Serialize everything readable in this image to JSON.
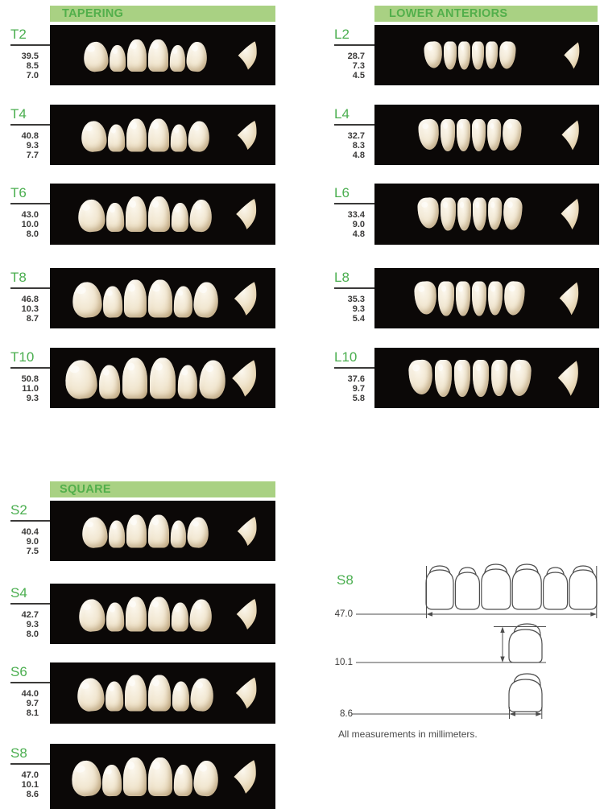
{
  "sections": [
    {
      "id": "tapering",
      "header": "TAPERING",
      "type": "upper",
      "rows": [
        {
          "label": "T2",
          "values": [
            "39.5",
            "8.5",
            "7.0"
          ]
        },
        {
          "label": "T4",
          "values": [
            "40.8",
            "9.3",
            "7.7"
          ]
        },
        {
          "label": "T6",
          "values": [
            "43.0",
            "10.0",
            "8.0"
          ]
        },
        {
          "label": "T8",
          "values": [
            "46.8",
            "10.3",
            "8.7"
          ]
        },
        {
          "label": "T10",
          "values": [
            "50.8",
            "11.0",
            "9.3"
          ]
        }
      ]
    },
    {
      "id": "lower-anteriors",
      "header": "LOWER ANTERIORS",
      "type": "lower",
      "rows": [
        {
          "label": "L2",
          "values": [
            "28.7",
            "7.3",
            "4.5"
          ]
        },
        {
          "label": "L4",
          "values": [
            "32.7",
            "8.3",
            "4.8"
          ]
        },
        {
          "label": "L6",
          "values": [
            "33.4",
            "9.0",
            "4.8"
          ]
        },
        {
          "label": "L8",
          "values": [
            "35.3",
            "9.3",
            "5.4"
          ]
        },
        {
          "label": "L10",
          "values": [
            "37.6",
            "9.7",
            "5.8"
          ]
        }
      ]
    },
    {
      "id": "square",
      "header": "SQUARE",
      "type": "upper",
      "rows": [
        {
          "label": "S2",
          "values": [
            "40.4",
            "9.0",
            "7.5"
          ]
        },
        {
          "label": "S4",
          "values": [
            "42.7",
            "9.3",
            "8.0"
          ]
        },
        {
          "label": "S6",
          "values": [
            "44.0",
            "9.7",
            "8.1"
          ]
        },
        {
          "label": "S8",
          "values": [
            "47.0",
            "10.1",
            "8.6"
          ]
        }
      ]
    }
  ],
  "diagram": {
    "label": "S8",
    "arch_width": "47.0",
    "tooth_length": "10.1",
    "tooth_width": "8.6",
    "caption": "All measurements in millimeters."
  },
  "colors": {
    "header_bar": "#a9d183",
    "header_text": "#52af4b",
    "label_green": "#4aae4f",
    "number_ink": "#3b3a39",
    "panel_black": "#0b0807",
    "diagram_line": "#4d4d4d",
    "tooth_light": "#fcf8ef",
    "tooth_dark": "#cdb68c"
  }
}
